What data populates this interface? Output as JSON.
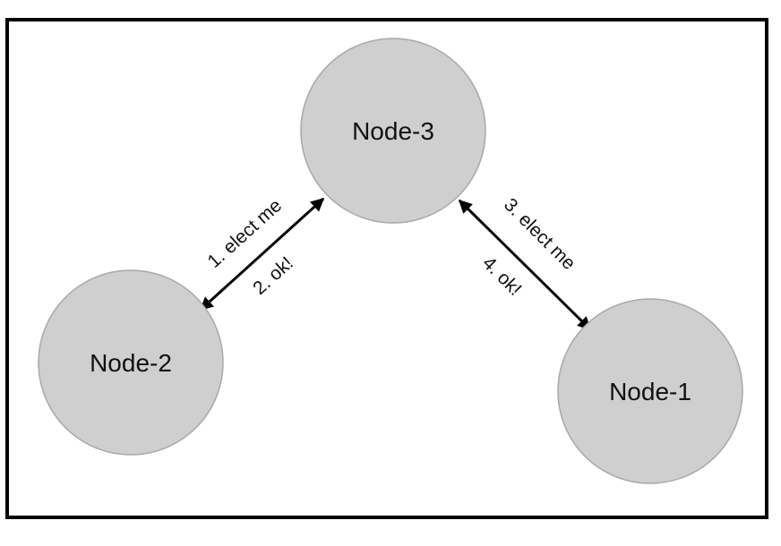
{
  "nodes": {
    "node3": {
      "label": "Node-3"
    },
    "node2": {
      "label": "Node-2"
    },
    "node1": {
      "label": "Node-1"
    }
  },
  "edges": {
    "node2_node3": {
      "label_outer": "1. elect me",
      "label_inner": "2. ok!"
    },
    "node3_node1": {
      "label_outer": "3. elect me",
      "label_inner": "4. ok!"
    }
  },
  "colors": {
    "node_fill": "#cfcfcf",
    "node_stroke": "#a9a9a9",
    "frame": "#000000",
    "edge": "#000000"
  }
}
